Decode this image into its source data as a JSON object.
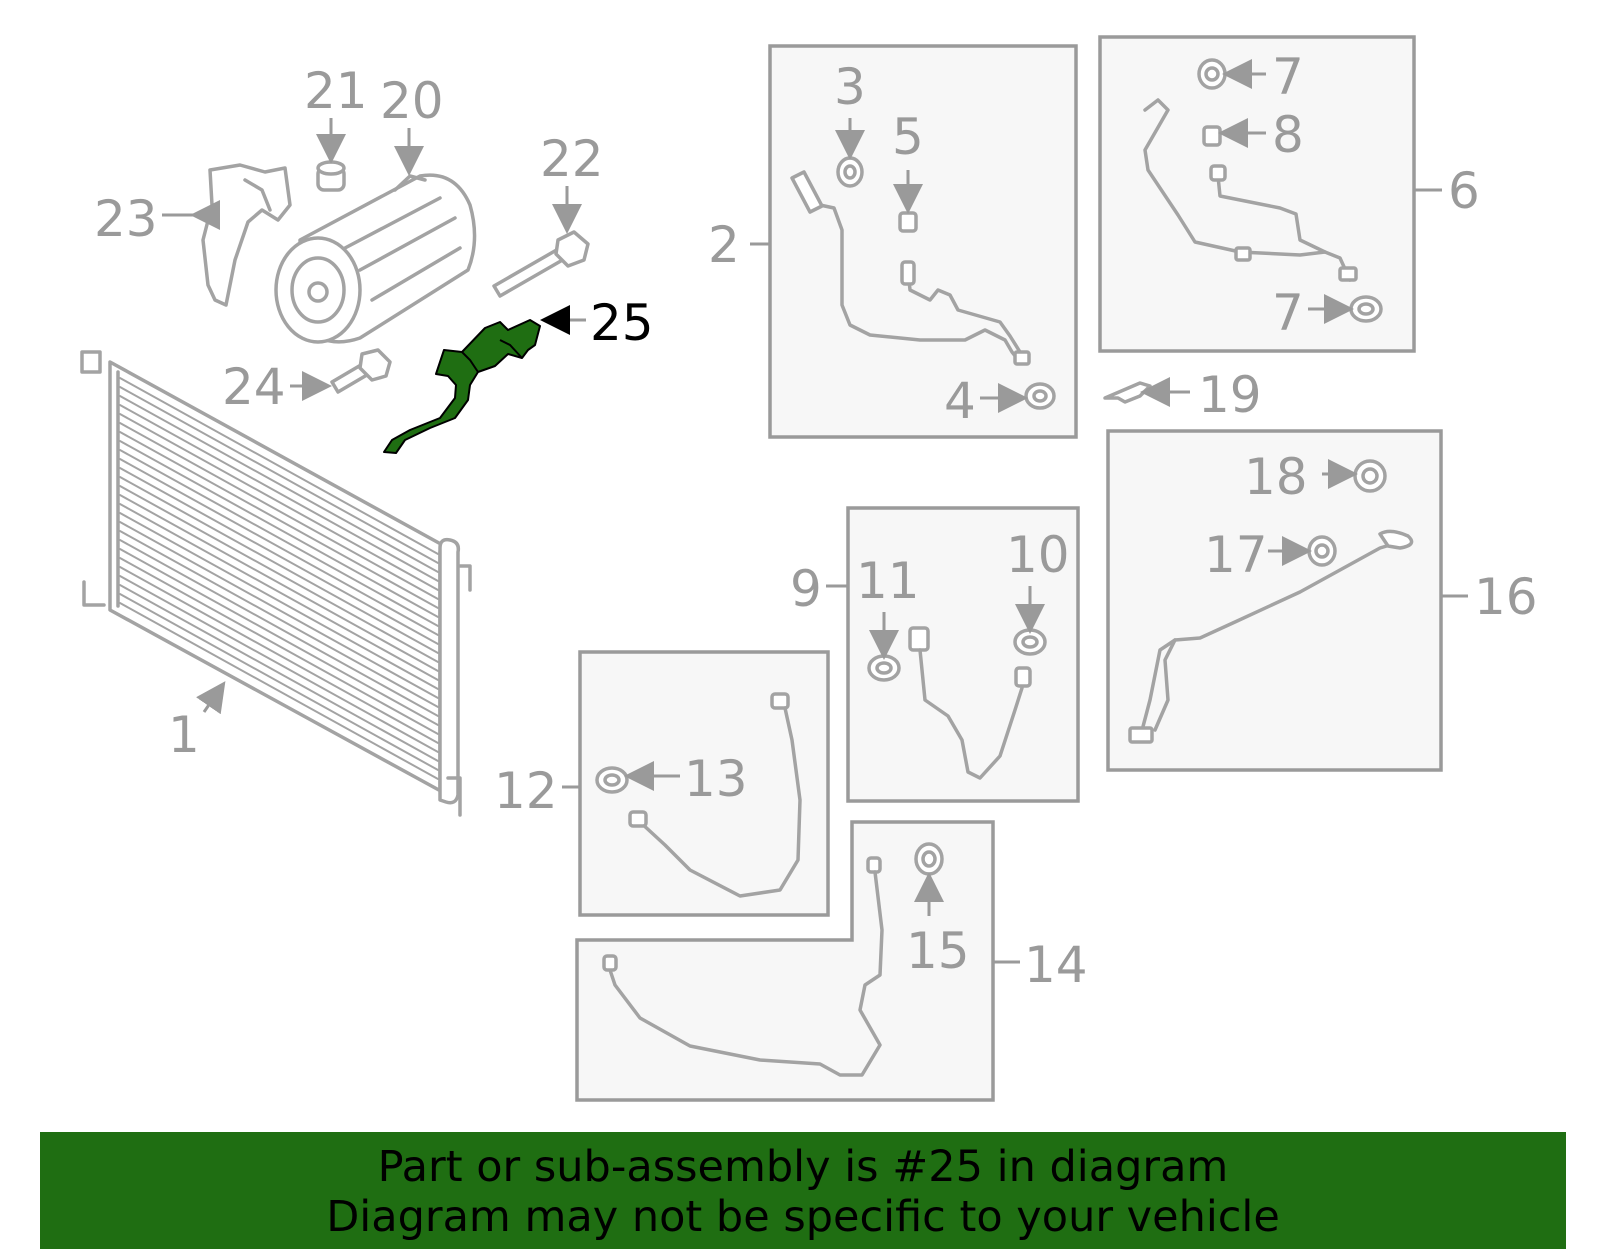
{
  "callouts": {
    "c1": "1",
    "c2": "2",
    "c3": "3",
    "c4": "4",
    "c5": "5",
    "c6": "6",
    "c7a": "7",
    "c7b": "7",
    "c8": "8",
    "c9": "9",
    "c10": "10",
    "c11": "11",
    "c12": "12",
    "c13": "13",
    "c14": "14",
    "c15": "15",
    "c16": "16",
    "c17": "17",
    "c18": "18",
    "c19": "19",
    "c20": "20",
    "c21": "21",
    "c22": "22",
    "c23": "23",
    "c24": "24",
    "c25": "25"
  },
  "highlight": {
    "part_number": "25",
    "color": "#1f6e12"
  },
  "banner": {
    "line1": "Part or sub-assembly is #25 in diagram",
    "line2": "Diagram may not be specific to your vehicle",
    "background": "#1f6e12"
  },
  "colors": {
    "line_art": "#a3a3a3",
    "box_fill": "#f7f7f7",
    "callout_text": "#9a9a9a"
  }
}
